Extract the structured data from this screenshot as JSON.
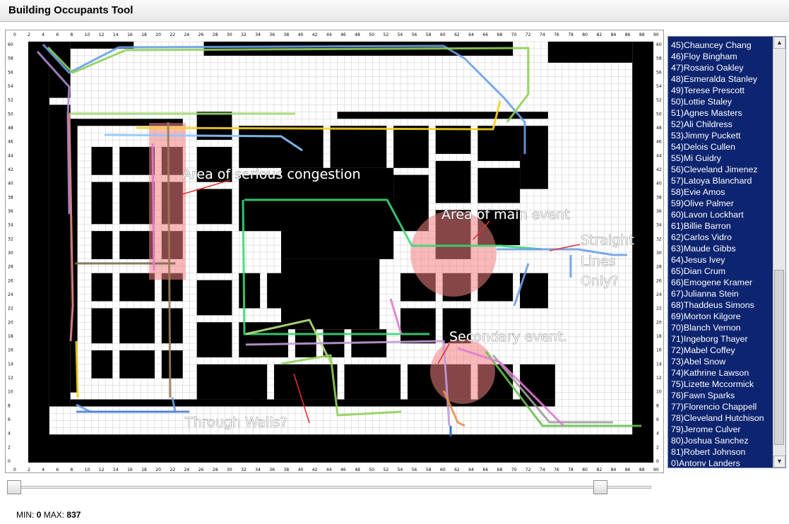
{
  "app": {
    "title": "Building Occupants Tool"
  },
  "map": {
    "x_ticks": [
      "0",
      "2",
      "4",
      "6",
      "8",
      "10",
      "12",
      "14",
      "16",
      "18",
      "20",
      "22",
      "24",
      "26",
      "28",
      "30",
      "32",
      "34",
      "36",
      "38",
      "40",
      "42",
      "44",
      "46",
      "48",
      "50",
      "52",
      "54",
      "56",
      "58",
      "60",
      "62",
      "64",
      "66",
      "68",
      "70",
      "72",
      "74",
      "76",
      "78",
      "80",
      "82",
      "84",
      "86",
      "88",
      "90"
    ],
    "y_ticks": [
      "60",
      "58",
      "56",
      "54",
      "52",
      "50",
      "48",
      "46",
      "44",
      "42",
      "40",
      "38",
      "36",
      "34",
      "32",
      "30",
      "28",
      "26",
      "24",
      "22",
      "20",
      "18",
      "16",
      "14",
      "12",
      "10",
      "8",
      "6",
      "4",
      "2",
      "0"
    ],
    "annotations": {
      "congestion": "Area of serious congestion",
      "main_event": "Area of main event",
      "straight_1": "Straight",
      "straight_2": "Lines",
      "straight_3": "Only?",
      "secondary": "Secondary event.",
      "through_walls": "Through Walls?"
    },
    "colors": {
      "wall": "#000000",
      "grid": "#c8c8c8",
      "highlight": "#f08080",
      "annotation_arrow": "#e23030"
    }
  },
  "occupants": [
    "45)Chauncey Chang",
    "46)Floy Bingham",
    "47)Rosario Oakley",
    "48)Esmeralda Stanley",
    "49)Terese Prescott",
    "50)Lottie Staley",
    "51)Agnes Masters",
    "52)Ali Childress",
    "53)Jimmy Puckett",
    "54)Delois Cullen",
    "55)Mi Guidry",
    "56)Cleveland Jimenez",
    "57)Latoya Blanchard",
    "58)Evie Amos",
    "59)Olive Palmer",
    "60)Lavon Lockhart",
    "61)Billie Barron",
    "62)Carlos Vidro",
    "63)Maude Gibbs",
    "64)Jesus Ivey",
    "65)Dian Crum",
    "66)Emogene Kramer",
    "67)Julianna Stein",
    "68)Thaddeus Simons",
    "69)Morton Kilgore",
    "70)Blanch Vernon",
    "71)Ingeborg Thayer",
    "72)Mabel Coffey",
    "73)Abel Snow",
    "74)Kathrine Lawson",
    "75)Lizette Mccormick",
    "76)Fawn Sparks",
    "77)Florencio Chappell",
    "78)Cleveland Hutchison",
    "79)Jerome Culver",
    "80)Joshua Sanchez",
    "81)Robert Johnson",
    "0)Antony Landers"
  ],
  "list_colors": {
    "background": "#0d2470",
    "text": "#ffffff"
  },
  "slider": {
    "min_label": "MIN:",
    "min_value": "0",
    "max_label": "MAX:",
    "max_value": "837",
    "min_fraction": 0.0,
    "max_fraction": 0.93
  }
}
